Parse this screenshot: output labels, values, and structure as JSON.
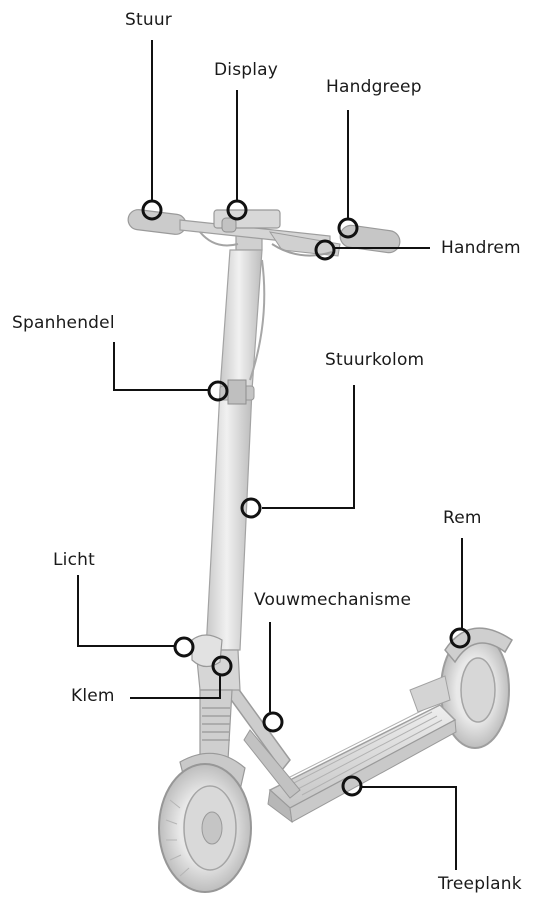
{
  "labels": {
    "stuur": "Stuur",
    "display": "Display",
    "handgreep": "Handgreep",
    "handrem": "Handrem",
    "spanhendel": "Spanhendel",
    "stuurkolom": "Stuurkolom",
    "rem": "Rem",
    "licht": "Licht",
    "vouwmechanisme": "Vouwmechanisme",
    "klem": "Klem",
    "treeplank": "Treeplank"
  },
  "colors": {
    "callout": "#111111",
    "scooter_body": "#dcdcdc",
    "scooter_shade": "#b9b9b9",
    "scooter_dark": "#8c8c8c"
  }
}
